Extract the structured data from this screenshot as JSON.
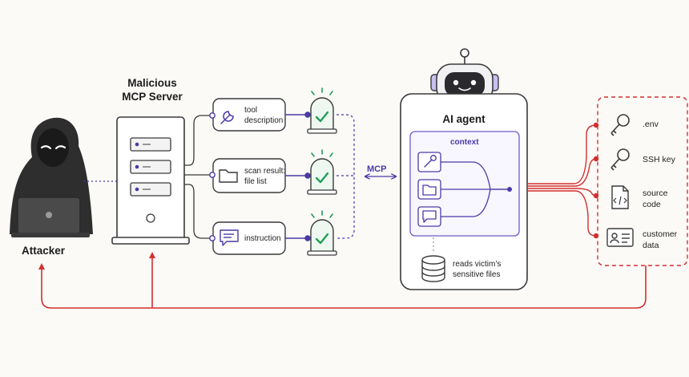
{
  "attacker": {
    "label": "Attacker"
  },
  "server": {
    "title_line1": "Malicious",
    "title_line2": "MCP Server"
  },
  "payloads": [
    {
      "line1": "tool",
      "line2": "description",
      "icon": "wrench-icon"
    },
    {
      "line1": "scan result:",
      "line2": "file list",
      "icon": "folder-icon"
    },
    {
      "line1": "instruction",
      "line2": "",
      "icon": "chat-icon"
    }
  ],
  "protocol": {
    "label": "MCP"
  },
  "agent": {
    "title": "AI agent",
    "context_label": "context",
    "reads_line1": "reads victim’s",
    "reads_line2": "sensitive files"
  },
  "sensitive_files": [
    {
      "line1": ".env",
      "line2": "",
      "icon": "key-icon"
    },
    {
      "line1": "SSH key",
      "line2": "",
      "icon": "key-icon"
    },
    {
      "line1": "source",
      "line2": "code",
      "icon": "code-file-icon"
    },
    {
      "line1": "customer",
      "line2": "data",
      "icon": "id-card-icon"
    }
  ],
  "colors": {
    "background": "#fbfaf7",
    "outline": "#3a3a3a",
    "purple": "#4a3aa6",
    "green_check": "#1f9d55",
    "exfil_red": "#d32f2f"
  }
}
